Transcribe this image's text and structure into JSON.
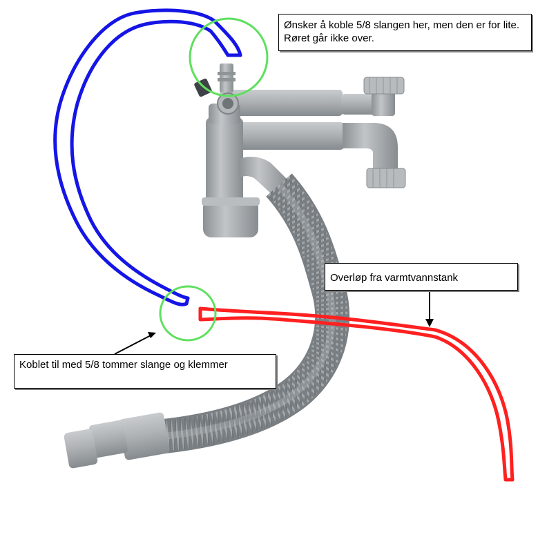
{
  "annotations": {
    "top_note": "Ønsker å koble 5/8 slangen her, men den er for lite. Røret går ikke over.",
    "right_note": "Overløp fra varmtvannstank",
    "bottom_note": "Koblet til med 5/8 tommer slange og klemmer"
  },
  "colors": {
    "hose_drawn": "#1515e6",
    "overflow_line": "#ff2020",
    "circle_marker": "#5ee05e",
    "pipe_gray": "#a7abae",
    "pipe_dark": "#7f8488"
  }
}
